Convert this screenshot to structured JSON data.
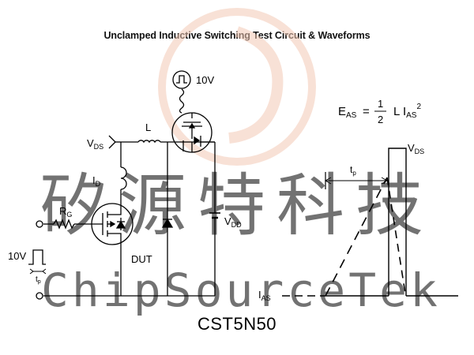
{
  "title": "Unclamped Inductive Switching Test Circuit & Waveforms",
  "part_number": "CST5N50",
  "watermark": {
    "chinese": "矽源特科技",
    "english": "ChipSourceTek",
    "color": "#f3c9b5"
  },
  "circuit": {
    "labels": {
      "vds": "V",
      "vds_sub": "DS",
      "l": "L",
      "id": "I",
      "id_sub": "D",
      "rg": "R",
      "rg_sub": "G",
      "dut": "DUT",
      "vdd": "V",
      "vdd_sub": "DD",
      "gate_drive": "10V",
      "pulse": "10V",
      "tp": "t",
      "tp_sub": "p"
    }
  },
  "waveform": {
    "formula": {
      "lhs": "E",
      "lhs_sub": "AS",
      "eq": "=",
      "num": "1",
      "den": "2",
      "rhs_l": "L I",
      "rhs_sub": "AS",
      "rhs_sup": "2"
    },
    "labels": {
      "vds": "V",
      "vds_sub": "DS",
      "tp": "t",
      "tp_sub": "p",
      "ias": "I",
      "ias_sub": "AS"
    }
  }
}
